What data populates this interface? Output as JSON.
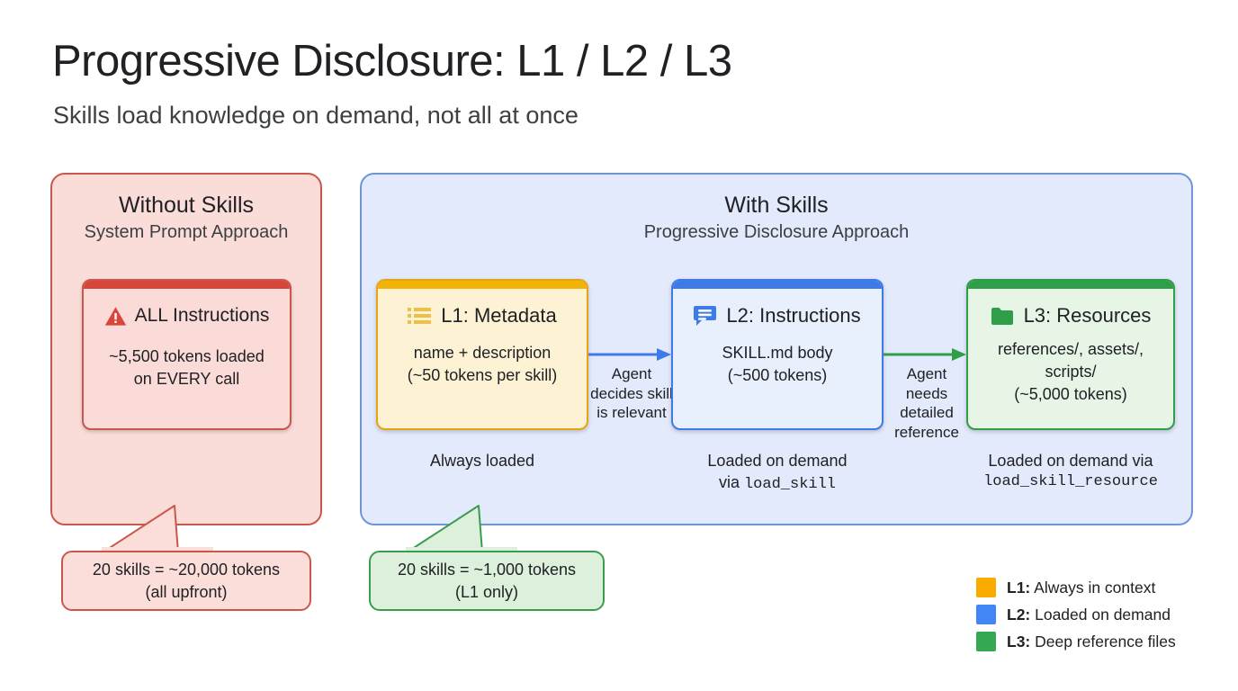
{
  "header": {
    "title": "Progressive Disclosure: L1 / L2 / L3",
    "subtitle": "Skills load knowledge on demand, not all at once"
  },
  "without_skills": {
    "panel_title": "Without Skills",
    "panel_subtitle": "System Prompt Approach",
    "card": {
      "icon": "warning-triangle-icon",
      "heading": "ALL Instructions",
      "body_line1": "~5,500 tokens loaded",
      "body_line2": "on EVERY call"
    },
    "callout": {
      "line1": "20 skills = ~20,000 tokens",
      "line2": "(all upfront)"
    }
  },
  "with_skills": {
    "panel_title": "With Skills",
    "panel_subtitle": "Progressive Disclosure Approach",
    "levels": [
      {
        "id": "l1",
        "icon": "list-icon",
        "heading": "L1: Metadata",
        "body_line1": "name + description",
        "body_line2": "(~50 tokens per skill)",
        "caption_line1": "Always loaded",
        "caption_line2": "",
        "color": "#F2B307"
      },
      {
        "id": "l2",
        "icon": "comment-icon",
        "heading": "L2: Instructions",
        "body_line1": "SKILL.md body",
        "body_line2": "(~500 tokens)",
        "caption_line1": "Loaded on demand",
        "caption_prefix2": "via ",
        "caption_mono2": "load_skill",
        "color": "#3F7BE8"
      },
      {
        "id": "l3",
        "icon": "folder-icon",
        "heading": "L3: Resources",
        "body_line1": "references/, assets/,",
        "body_line2": "scripts/",
        "body_line3": "(~5,000 tokens)",
        "caption_line1": "Loaded on demand via",
        "caption_mono2": "load_skill_resource",
        "color": "#2F9E48"
      }
    ],
    "arrows": [
      {
        "id": "arrow-1",
        "label": "Agent decides skill is relevant",
        "color": "#3F7BE8"
      },
      {
        "id": "arrow-2",
        "label": "Agent needs detailed reference",
        "color": "#2F9E48"
      }
    ],
    "callout": {
      "line1": "20 skills = ~1,000 tokens",
      "line2": "(L1 only)"
    }
  },
  "legend": {
    "items": [
      {
        "color": "#F9AB00",
        "key": "L1:",
        "text": " Always in context"
      },
      {
        "color": "#4285F4",
        "key": "L2:",
        "text": " Loaded on demand"
      },
      {
        "color": "#34A853",
        "key": "L3:",
        "text": " Deep reference files"
      }
    ]
  }
}
